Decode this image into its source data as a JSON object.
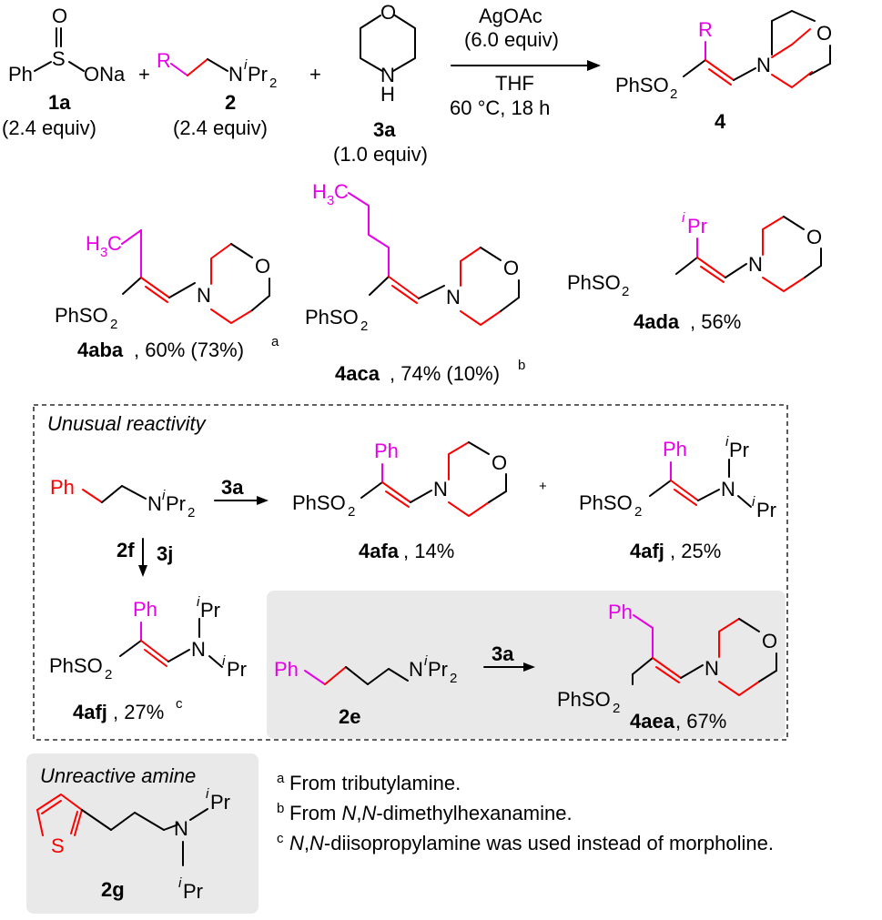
{
  "colors": {
    "red": "#ff0000",
    "magenta": "#e800e8",
    "panel": "#e9e9e9"
  },
  "reaction": {
    "r1": {
      "ph": "Ph",
      "s": "S",
      "o": "O",
      "ona": "ONa",
      "label": "1a",
      "equiv": "(2.4 equiv)"
    },
    "r2": {
      "r": "R",
      "n": "N",
      "ipr2": "Pr",
      "label": "2",
      "equiv": "(2.4 equiv)"
    },
    "r3": {
      "o": "O",
      "nh": "N",
      "h": "H",
      "label": "3a",
      "equiv": "(1.0 equiv)"
    },
    "plus": "+",
    "conditions": {
      "reagent": "AgOAc",
      "reagent_equiv": "(6.0 equiv)",
      "solvent": "THF",
      "temp_time": "60 °C, 18 h"
    },
    "product": {
      "r": "R",
      "phso2": "PhSO",
      "n": "N",
      "o": "O",
      "label": "4"
    }
  },
  "examples": [
    {
      "label": "4aba",
      "yield": ", 60% (73%)",
      "note": "a",
      "substituent": "H",
      "h3c_sub": "3",
      "h3c_c": "C"
    },
    {
      "label": "4aca",
      "yield": ", 74% (10%)",
      "note": "b",
      "substituent": "H",
      "h3c_sub": "3",
      "h3c_c": "C"
    },
    {
      "label": "4ada",
      "yield": ", 56%",
      "substituent": "Pr",
      "sup_i": "i"
    }
  ],
  "unusual": {
    "title": "Unusual reactivity",
    "sm_label": "2f",
    "sm_ph": "Ph",
    "reagent_a": "3a",
    "reagent_j": "3j",
    "prod1": {
      "label": "4afa",
      "yield": ", 14%",
      "ph": "Ph"
    },
    "prod2": {
      "label": "4afj",
      "yield": ", 25%",
      "ph": "Ph",
      "ipr": "Pr"
    },
    "prod3": {
      "label": "4afj",
      "yield": ", 27%",
      "note": "c",
      "ph": "Ph",
      "ipr": "Pr"
    },
    "sm2_label": "2e",
    "sm2_ph": "Ph",
    "prod4": {
      "label": "4aea",
      "yield": ", 67%",
      "ph": "Ph"
    }
  },
  "unreactive": {
    "title": "Unreactive amine",
    "label": "2g",
    "s": "S",
    "n": "N",
    "ipr": "Pr"
  },
  "footnotes": [
    {
      "mark": "a",
      "text": "From tributylamine."
    },
    {
      "mark": "b",
      "pre": "From ",
      "italic": "N",
      "mid": ",",
      "italic2": "N",
      "post": "-dimethylhexanamine."
    },
    {
      "mark": "c",
      "italic": "N",
      "mid": ",",
      "italic2": "N",
      "post": "-diisopropylamine was used instead of morpholine."
    }
  ]
}
